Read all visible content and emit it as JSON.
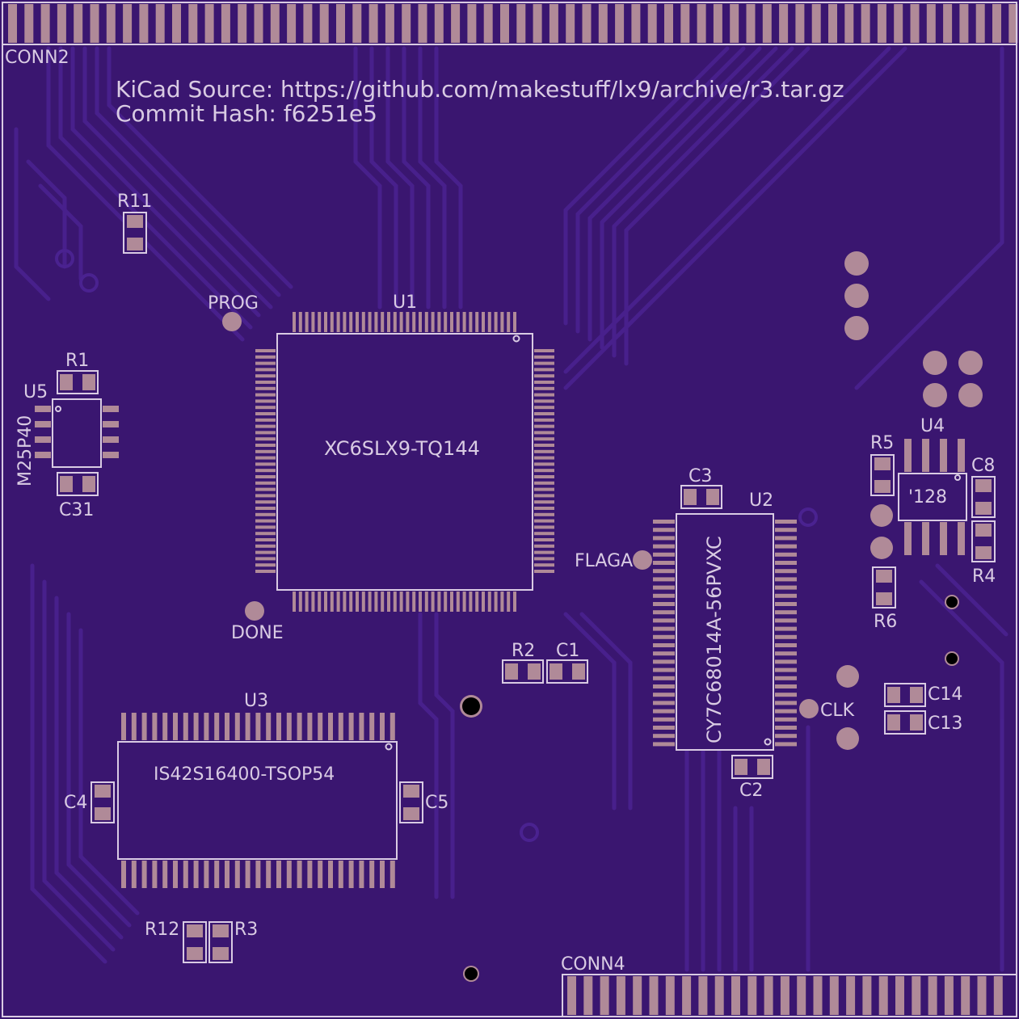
{
  "colors": {
    "board": "#3a1670",
    "trace": "#4a2290",
    "pad": "#b08a98",
    "silkscreen": "#d9cbe3",
    "background": "#2d1052"
  },
  "info": {
    "source_line": "KiCad Source: https://github.com/makestuff/lx9/archive/r3.tar.gz",
    "commit_line": "Commit Hash: f6251e5"
  },
  "components": {
    "u1": {
      "ref": "U1",
      "value": "XC6SLX9-TQ144"
    },
    "u2": {
      "ref": "U2",
      "value": "CY7C68014A-56PVXC"
    },
    "u3": {
      "ref": "U3",
      "value": "IS42S16400-TSOP54"
    },
    "u4": {
      "ref": "U4",
      "value": "'128"
    },
    "u5": {
      "ref": "U5",
      "value": "M25P40"
    },
    "r1": "R1",
    "r3": "R3",
    "r4": "R4",
    "r5": "R5",
    "r6": "R6",
    "r11": "R11",
    "r12": "R12",
    "r2": "R2",
    "c1": "C1",
    "c2": "C2",
    "c3": "C3",
    "c4": "C4",
    "c5": "C5",
    "c8": "C8",
    "c13": "C13",
    "c14": "C14",
    "c31": "C31"
  },
  "testpoints": {
    "prog": "PROG",
    "done": "DONE",
    "flaga": "FLAGA",
    "clk": "CLK"
  },
  "connectors": {
    "conn2": "CONN2",
    "conn4": "CONN4"
  }
}
